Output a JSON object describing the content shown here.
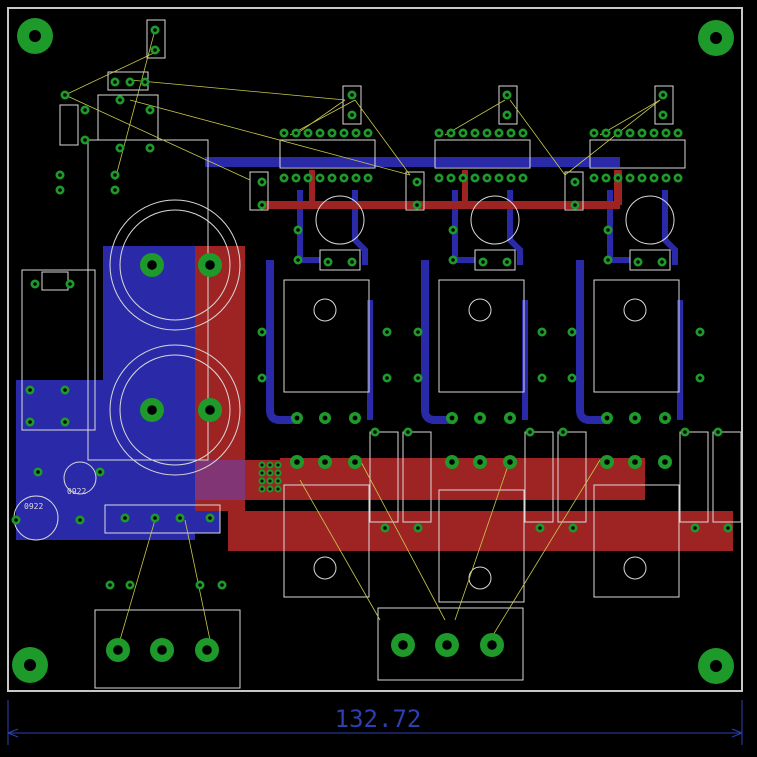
{
  "board": {
    "width_dimension": "132.72",
    "component_labels": [
      "0922",
      "0922"
    ]
  },
  "colors": {
    "background": "#000000",
    "outline": "#c8c8c8",
    "silkscreen": "#d9d9d9",
    "top_copper": "#9e2424",
    "bottom_copper": "#2a2aa8",
    "pad": "#1e9a2a",
    "pad_ring": "#4de04d",
    "drill": "#000000",
    "airwire": "#c8c84a",
    "dimension": "#2e3fb0"
  }
}
